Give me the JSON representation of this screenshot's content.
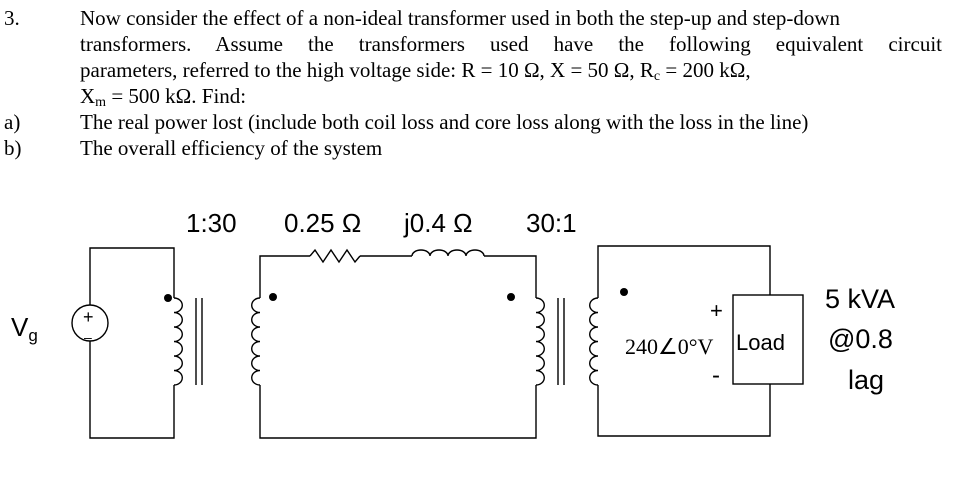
{
  "problem": {
    "number": "3.",
    "line1": "Now consider the effect of a non-ideal transformer used in both the step-up and step-down",
    "line2": "transformers.  Assume  the  transformers  used  have  the  following  equivalent  circuit",
    "line3_a": "parameters, referred to the high voltage side:  R = 10 Ω,  X = 50 Ω, R",
    "line3_sub": "c",
    "line3_b": " = 200 kΩ,",
    "line4_a": "X",
    "line4_sub": "m",
    "line4_b": " = 500 kΩ.  Find:",
    "items": [
      {
        "label": "a)",
        "text": "The real power lost (include both coil loss and core loss along with the loss in the line)"
      },
      {
        "label": "b)",
        "text": "The overall efficiency of the system"
      }
    ]
  },
  "circuit": {
    "ratio_step_up": "1:30",
    "line_resistance": "0.25 Ω",
    "line_reactance": "j0.4 Ω",
    "ratio_step_down": "30:1",
    "source_label_main": "V",
    "source_label_sub": "g",
    "source_plus": "+",
    "source_minus": "–",
    "load_voltage": "240∠0°V",
    "load_plus": "+",
    "load_minus": "-",
    "load_label": "Load",
    "load_rating_1": "5 kVA",
    "load_rating_2": "@0.8",
    "load_rating_3": "lag"
  }
}
